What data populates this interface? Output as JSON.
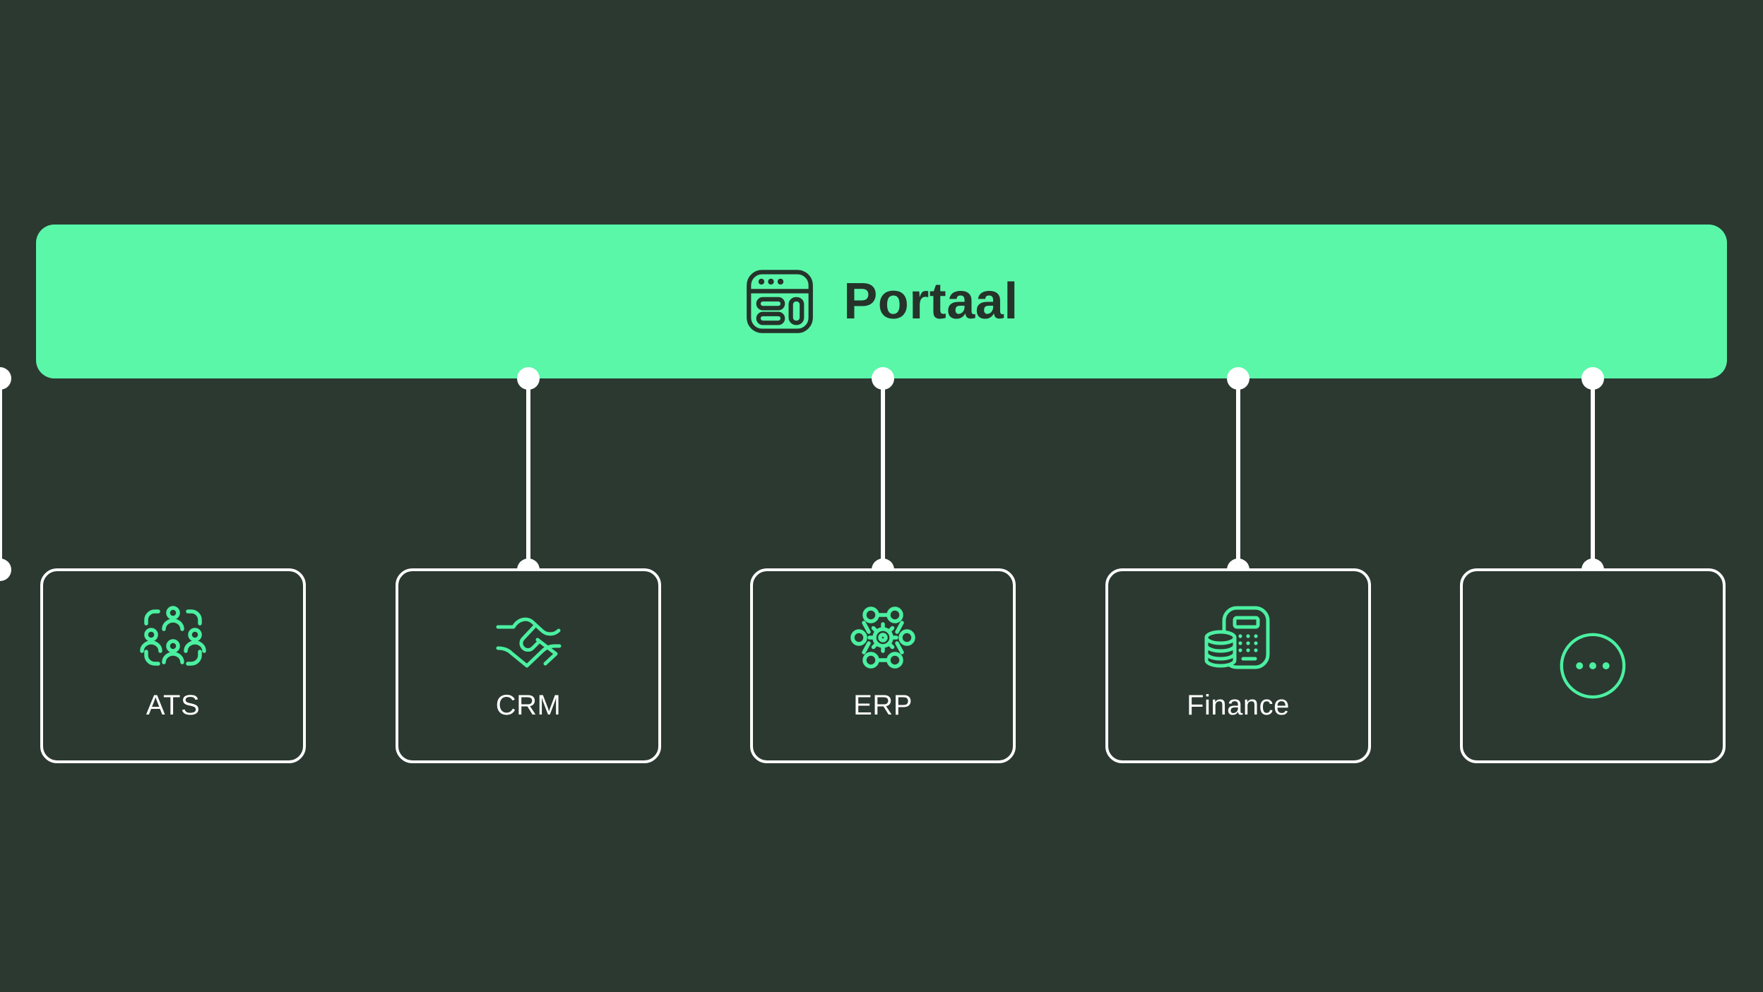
{
  "page": {
    "background_color": "#2b3931",
    "accent_green": "#5af7a9",
    "icon_green": "#4bf0a0",
    "connector_color": "#ffffff"
  },
  "portal": {
    "label": "Portaal",
    "icon": "browser-window-icon"
  },
  "systems": [
    {
      "id": "ats",
      "label": "ATS",
      "icon": "team-icon"
    },
    {
      "id": "crm",
      "label": "CRM",
      "icon": "handshake-icon"
    },
    {
      "id": "erp",
      "label": "ERP",
      "icon": "network-gear-icon"
    },
    {
      "id": "finance",
      "label": "Finance",
      "icon": "calculator-coins-icon"
    },
    {
      "id": "more",
      "label": "",
      "icon": "ellipsis-circle-icon"
    }
  ]
}
